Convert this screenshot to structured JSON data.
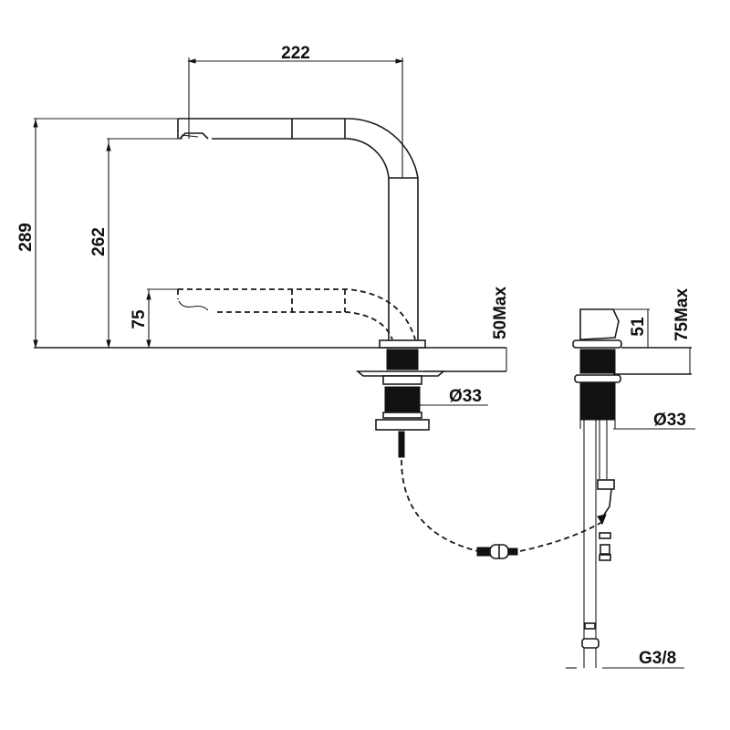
{
  "drawing": {
    "title": "Pull-out kitchen faucet technical drawing",
    "units": "mm",
    "front_view": {
      "dimensions": {
        "spout_reach": "222",
        "overall_height": "289",
        "spout_outlet_height": "262",
        "pulled_out_height": "75",
        "max_deck_thickness": "50Max",
        "shank_diameter": "Ø33"
      }
    },
    "side_view": {
      "dimensions": {
        "lever_height": "51",
        "max_deck_thickness": "75Max",
        "shank_diameter": "Ø33",
        "connection_thread": "G3/8"
      }
    },
    "colors": {
      "line": "#1a1a1a",
      "background": "#ffffff"
    }
  }
}
